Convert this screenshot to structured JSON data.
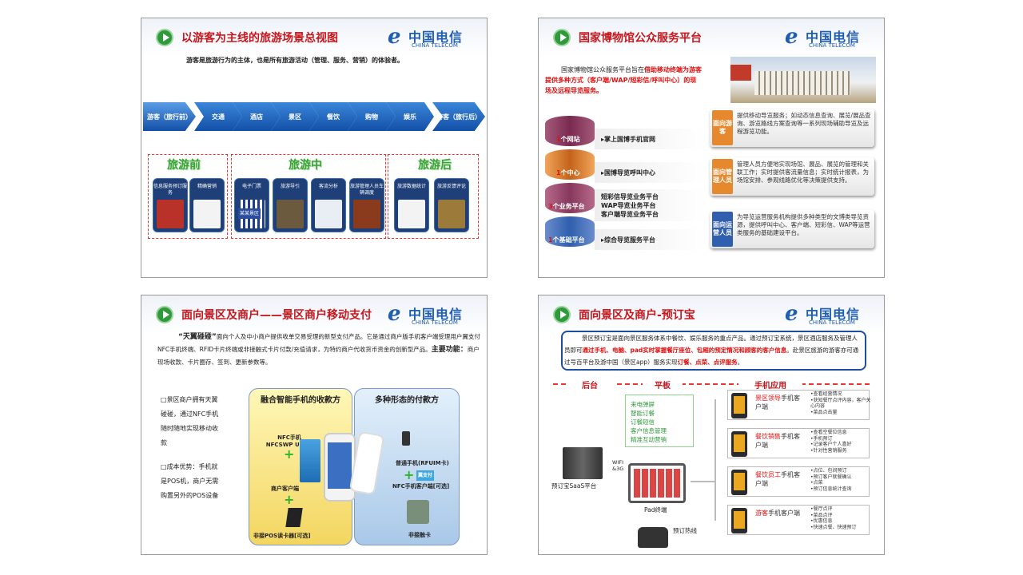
{
  "brand": {
    "logo_cn": "中国电信",
    "logo_en": "CHINA TELECOM"
  },
  "slide1": {
    "title": "以游客为主线的旅游场景总视图",
    "subtitle": "游客是旅游行为的主体，也是所有旅游活动（管理、服务、营销）的体验者。",
    "flow": [
      "游客（旅行前）",
      "交通",
      "酒店",
      "景区",
      "餐饮",
      "购物",
      "娱乐",
      "游客（旅行后）"
    ],
    "sections": [
      "旅游前",
      "旅游中",
      "旅游后"
    ],
    "cards_before": [
      "信息服务预订服务",
      "精确营销"
    ],
    "cards_during": [
      "电子门票",
      "旅游导引",
      "客流分析",
      "旅游管理人员车辆调度"
    ],
    "cards_after": [
      "旅游数据统计",
      "旅游反馈评论"
    ],
    "ticket_label": "某某景区"
  },
  "slide2": {
    "title": "国家博物馆公众服务平台",
    "intro_plain": "国家博物馆公众服务平台旨在",
    "intro_red": "借助移动终端为游客提供多种方式（客户端/WAP/短彩信/呼叫中心）的现场及远程导览服务。",
    "layers": [
      {
        "num": "1",
        "label": "个网站",
        "service": "掌上国博手机官网"
      },
      {
        "num": "1",
        "label": "个中心",
        "service": "国博导览呼叫中心"
      },
      {
        "num": "3",
        "label": "个业务平台",
        "service": "短彩信导览业务平台\nWAP导览业务平台\n客户端导览业务平台"
      },
      {
        "num": "1",
        "label": "个基础平台",
        "service": "综合导览服务平台"
      }
    ],
    "audiences": [
      {
        "tag": "面向游客",
        "text": "提供移动导览服务；如动态信息查询、展览/展品查询、游览路线方案查询等一系列现场辅助导览及远程游览功能。"
      },
      {
        "tag": "面向管理人员",
        "text": "管理人员方便地实现场馆、展品、展览的管理和关联工作；实时提供客流量信息；实时统计报表，为场馆安排、参观线路优化等决策提供支持。"
      },
      {
        "tag": "面向运营人员",
        "text": "为导览运营服务机构提供多种类型的文博类导览资源，提供呼叫中心、客户端、短彩信、WAP等运营类服务的基础建设平台。"
      }
    ],
    "colors": {
      "orange": "#e6892e",
      "blue": "#2f5fae",
      "maroon": "#8a2a4a"
    }
  },
  "slide3": {
    "title": "面向景区及商户——景区商户移动支付",
    "intro_bold": "“天翼碰碰”",
    "intro_rest": "面向个人及中小商户提供收单交易受理的新型支付产品。它是通过商户版手机客户端受理用户翼支付NFC手机终端、RFID卡片终端或非接触式卡片付款/充值请求，为特约商户代收货币资金的创新型产品。",
    "func_label": "主要功能：",
    "func_text": "商户现场收款、卡片圈存、签到、更新参数等。",
    "bullet1": "景区商户拥有天翼碰碰，通过NFC手机随时随地实现移动收款",
    "bullet2": "成本优势：手机就是POS机，商户无需购置另外的POS设备",
    "left_panel_title": "融合智能手机的收款方",
    "left_items": [
      "NFC手机\nNFCSWP UIM卡",
      "商户客户端",
      "非接POS读卡器[可选]"
    ],
    "right_panel_title": "多种形态的付款方",
    "right_items": [
      "普通手机(RFUIM卡)",
      "NFC手机客户端[可选]",
      "非接触卡"
    ],
    "wallet_label": "翼支付"
  },
  "slide4": {
    "title": "面向景区及商户-预订宝",
    "intro_a": "景区预订宝是面向景区服务体系中餐饮、娱乐服务的重点产品。通过预订宝系统，景区酒店服务及管理人员即可",
    "intro_red1": "通过手机、电脑、pad实时掌握餐厅座位、包厢的预定情况和顾客的客户信息",
    "intro_b": "。赴景区旅游的游客亦可通过号百平台及游中国（景区app）服务实现",
    "intro_red2": "订餐、点菜、点评服务",
    "intro_end": "。",
    "columns": [
      "后台",
      "平板",
      "手机应用"
    ],
    "pad_features": [
      "来电弹屏",
      "智能订餐",
      "订餐短信",
      "客户信息管理",
      "精准互动营销"
    ],
    "backend_label": "预订宝SaaS平台",
    "wifi_label": "WIFI\n&3G",
    "pad_label": "Pad终端",
    "hotline_label": "预订热线",
    "apps": [
      {
        "name_red": "景区领导",
        "name_rest": "手机客户端",
        "items": "•查看经营情况\n•获知餐厅点评内容，客户关心内容\n•菜品点击量"
      },
      {
        "name_red": "餐饮销售",
        "name_rest": "手机客户端",
        "items": "•查看空餐位信息\n•手机预订\n•记录客户个人喜好\n•针对性营销服务"
      },
      {
        "name_red": "餐饮员工",
        "name_rest": "手机客户端",
        "items": "•点位、包间预订\n•预订客户就餐确认\n•点菜\n•预订信息统计查询"
      },
      {
        "name_red": "游客",
        "name_rest": "手机客户端",
        "items": "•餐厅点评\n•菜品点评\n•优惠信息\n•快速点餐、快速预订"
      }
    ]
  }
}
